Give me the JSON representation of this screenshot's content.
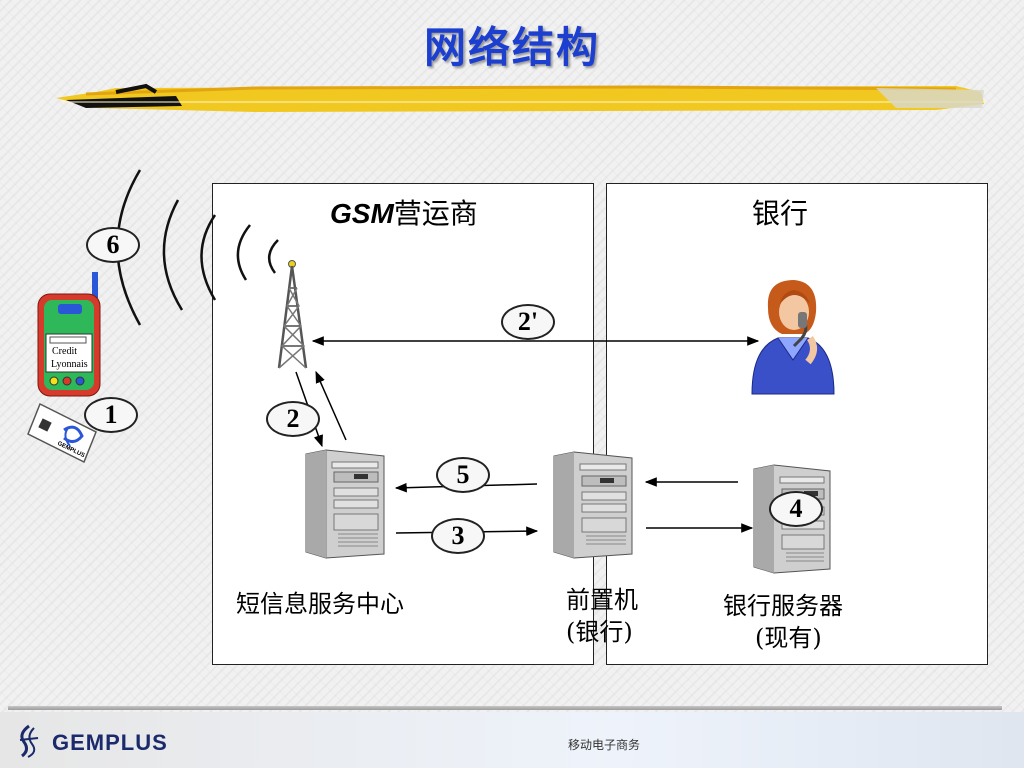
{
  "slide": {
    "title": "网络结构",
    "footer_text": "移动电子商务",
    "logo_text": "GEMPLUS"
  },
  "panels": {
    "gsm": {
      "label_prefix": "GSM",
      "label_suffix": "营运商"
    },
    "bank": {
      "label": "银行"
    }
  },
  "badges": {
    "b6": "6",
    "b1": "1",
    "b2": "2",
    "b2p": "2'",
    "b5": "5",
    "b3": "3",
    "b4": "4"
  },
  "nodes": {
    "sms_center": "短信息服务中心",
    "front_end_line1": "前置机",
    "front_end_line2": "(银行)",
    "bank_server_line1": "银行服务器",
    "bank_server_line2": "(现有)"
  },
  "phone": {
    "screen_line1": "Credit",
    "screen_line2": "Lyonnais"
  },
  "card": {
    "brand": "GEMPLUS"
  },
  "colors": {
    "title": "#1c3fd0",
    "brush": "#f0c820",
    "phone_body": "#d63a2a",
    "phone_face": "#2fb85a",
    "operator_shirt": "#3a50c8"
  },
  "icons": {
    "tower": "antenna-tower-icon",
    "operator": "phone-operator-icon",
    "server": "server-tower-icon",
    "phone": "mobile-phone-icon",
    "card": "smart-card-icon"
  }
}
